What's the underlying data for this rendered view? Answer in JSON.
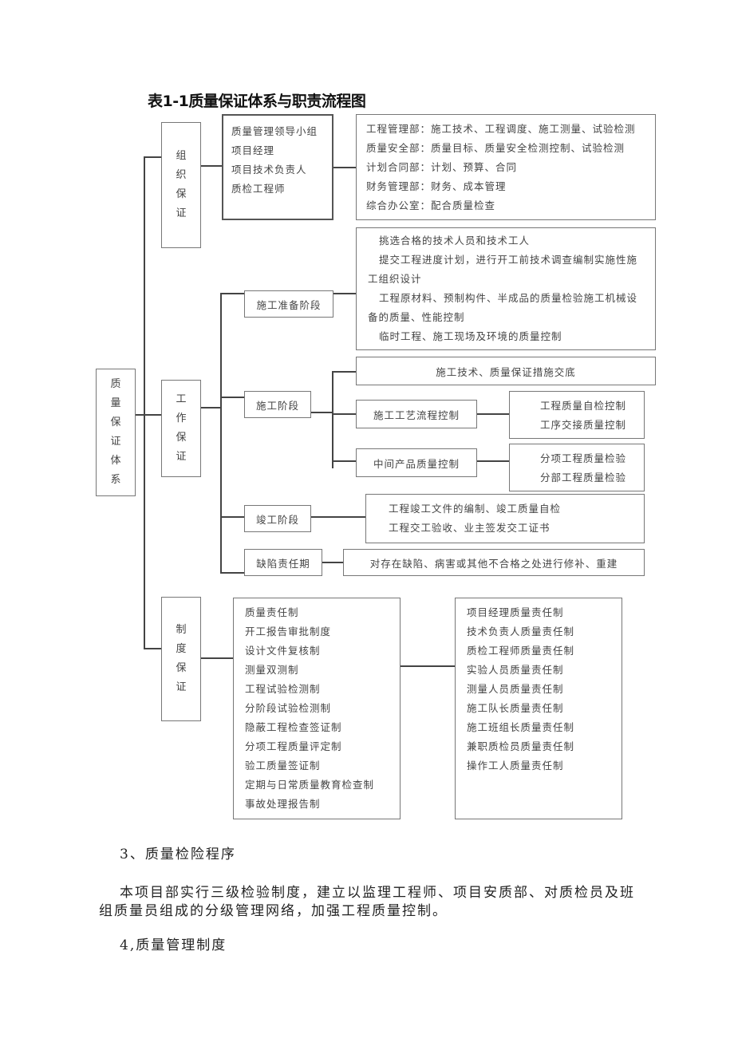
{
  "title": "表1-1质量保证体系与职责流程图",
  "root": [
    "质",
    "量",
    "保",
    "证",
    "体",
    "系"
  ],
  "org": {
    "label": [
      "组",
      "织",
      "保",
      "证"
    ],
    "leaders": [
      "质量管理领导小组",
      "项目经理",
      "项目技术负责人",
      "质检工程师"
    ],
    "depts": [
      "工程管理部：施工技术、工程调度、施工测量、试验检测",
      "质量安全部：质量目标、质量安全检测控制、试验检测",
      "计划合同部：计划、预算、合同",
      "财务管理部：财务、成本管理",
      "综合办公室：配合质量检查"
    ]
  },
  "work": {
    "label": [
      "工",
      "作",
      "保",
      "证"
    ],
    "prep": {
      "label": "施工准备阶段",
      "items": [
        "挑选合格的技术人员和技术工人",
        "提交工程进度计划，进行开工前技术调查编制实施性施",
        "工组织设计",
        "工程原材料、预制构件、半成品的质量检验施工机械设",
        "备的质量、性能控制",
        "临时工程、施工现场及环境的质量控制"
      ]
    },
    "construct": {
      "label": "施工阶段",
      "tech": "施工技术、质量保证措施交底",
      "process": "施工工艺流程控制",
      "process_items": [
        "工程质量自检控制",
        "工序交接质量控制"
      ],
      "product": "中间产品质量控制",
      "product_items": [
        "分项工程质量检验",
        "分部工程质量检验"
      ]
    },
    "complete": {
      "label": "竣工阶段",
      "items": [
        "工程竣工文件的编制、竣工质量自检",
        "工程交工验收、业主签发交工证书"
      ]
    },
    "defect": {
      "label": "缺陷责任期",
      "text": "对存在缺陷、病害或其他不合格之处进行修补、重建"
    }
  },
  "system": {
    "label": [
      "制",
      "度",
      "保",
      "证"
    ],
    "rules": [
      "质量责任制",
      "开工报告审批制度",
      "设计文件复核制",
      "测量双测制",
      "工程试验检测制",
      "分阶段试验检测制",
      "隐蔽工程检查签证制",
      "分项工程质量评定制",
      "验工质量签证制",
      "定期与日常质量教育检查制",
      "事故处理报告制"
    ],
    "duties": [
      "项目经理质量责任制",
      "技术负责人质量责任制",
      "质检工程师质量责任制",
      "实验人员质量责任制",
      "测量人员质量责任制",
      "施工队长质量责任制",
      "施工班组长质量责任制",
      "兼职质检员质量责任制",
      "操作工人质量责任制"
    ]
  },
  "section3": {
    "heading": "3、质量检险程序",
    "line1": "本项目部实行三级检验制度，建立以监理工程师、项目安质部、对质检员及班",
    "line2": "组质量员组成的分级管理网络，加强工程质量控制。"
  },
  "section4": {
    "heading": "4,质量管理制度"
  }
}
